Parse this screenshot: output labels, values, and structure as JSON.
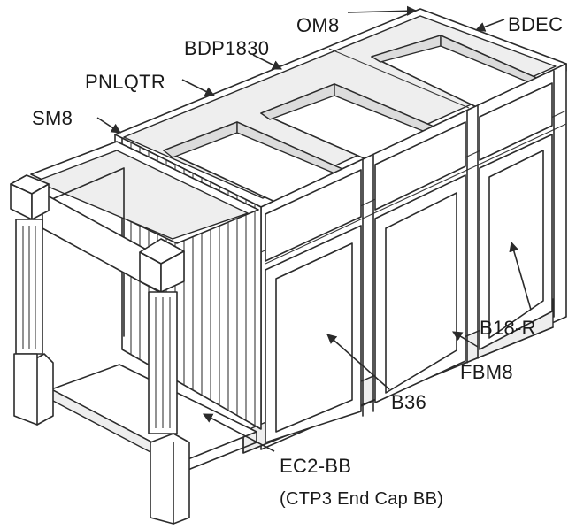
{
  "labels": {
    "om8": "OM8",
    "bdec": "BDEC",
    "bdp1830": "BDP1830",
    "pnlqtr": "PNLQTR",
    "sm8": "SM8",
    "b18r": "B18-R",
    "fbm8": "FBM8",
    "b36": "B36",
    "ec2bb": "EC2-BB",
    "ec2bb_sub": "(CTP3 End Cap BB)"
  }
}
